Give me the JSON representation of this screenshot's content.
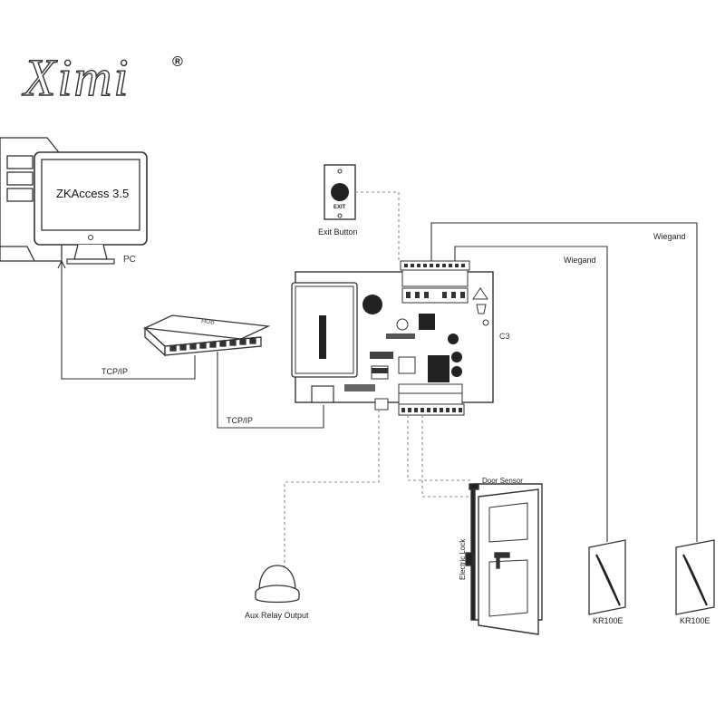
{
  "brand": {
    "logo_text": "Ximi",
    "registered": "®"
  },
  "pc": {
    "screen_text": "ZKAccess 3.5",
    "label": "PC"
  },
  "hub": {
    "label": "HUB"
  },
  "links": {
    "tcp_pc": "TCP/IP",
    "tcp_panel": "TCP/IP",
    "wiegand_1": "Wiegand",
    "wiegand_2": "Wiegand"
  },
  "exit_button": {
    "label": "Exit Button",
    "plate_text": "EXIT"
  },
  "panel": {
    "label": "C3"
  },
  "door": {
    "sensor_label": "Door Sensor",
    "lock_label": "Electric Lock"
  },
  "aux": {
    "label": "Aux Relay Output"
  },
  "readers": [
    {
      "label": "KR100E"
    },
    {
      "label": "KR100E"
    }
  ],
  "colors": {
    "line": "#333333",
    "dashed": "#888888",
    "fill": "#ffffff"
  }
}
